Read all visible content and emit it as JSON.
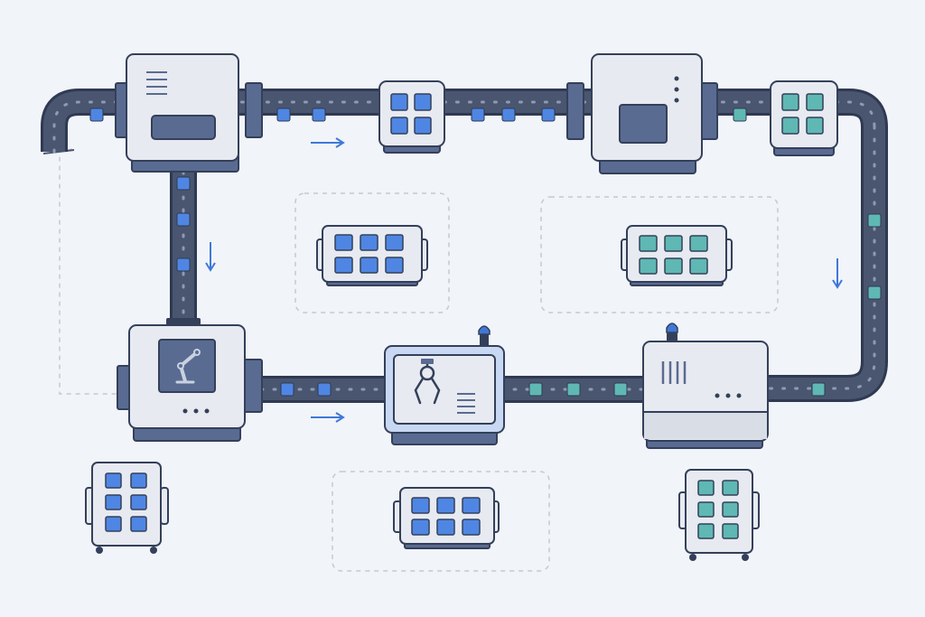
{
  "colors": {
    "background": "#f1f4f9",
    "belt": "#4a5670",
    "belt_edge": "#2f3a52",
    "belt_dot": "#8e9ab3",
    "machine_body": "#e7eaf0",
    "machine_base": "#5a6b92",
    "outline": "#34405a",
    "item_blue": "#4f86e3",
    "item_teal": "#5fb8b3",
    "highlight_station": "#c9d8f2",
    "arrow": "#3f78d8",
    "dashed": "#c4c9d3"
  },
  "diagram": {
    "stations": [
      {
        "name": "intake-station",
        "icon": "menu-lines-icon"
      },
      {
        "name": "press-station",
        "icon": "screen-panel-icon"
      },
      {
        "name": "robot-arm-station",
        "icon": "robot-arm-icon"
      },
      {
        "name": "gripper-station",
        "icon": "gripper-claw-icon"
      },
      {
        "name": "packaging-station",
        "icon": "vent-grille-icon"
      }
    ],
    "flow_direction_icons": [
      "arrow-right-icon",
      "arrow-down-icon"
    ],
    "item_colors": [
      "blue",
      "teal"
    ]
  }
}
